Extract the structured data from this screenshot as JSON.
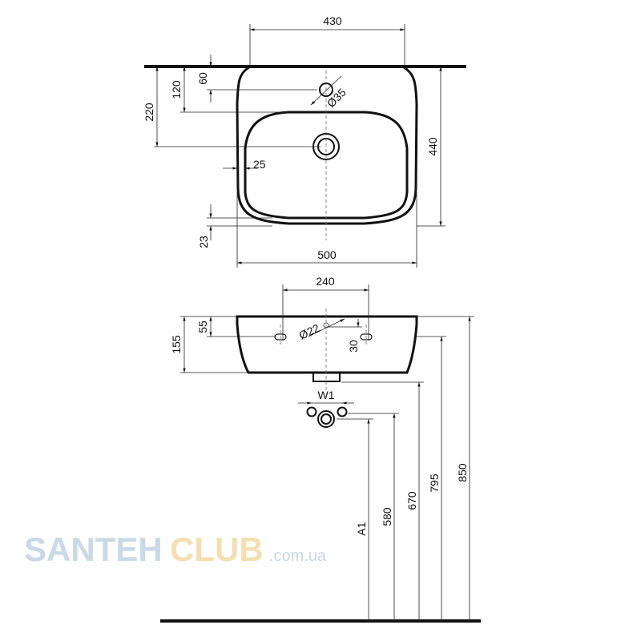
{
  "watermark": {
    "brand_a": "SANTEH",
    "brand_b": "CLUB",
    "suffix": ".com.ua",
    "color_a": "#c9d9e6",
    "color_b": "#f3dfb0"
  },
  "top_view": {
    "width_inner": "430",
    "depth": "440",
    "width_outer": "500",
    "drain_offset": "220",
    "bowl_offset": "120",
    "tap_hole_offset": "60",
    "rim_side": "25",
    "rim_front": "23",
    "tap_hole_diameter": "Ø35"
  },
  "front_view": {
    "fixing_spacing": "240",
    "fixing_height": "55",
    "basin_height": "155",
    "fixing_hole_diameter": "Ø22",
    "slot_depth": "30",
    "supply_spacing": "W1"
  },
  "heights": {
    "supply_height": "A1",
    "waste_height": "580",
    "outlet_height": "670",
    "fixing_level": "795",
    "rim_height": "850"
  }
}
